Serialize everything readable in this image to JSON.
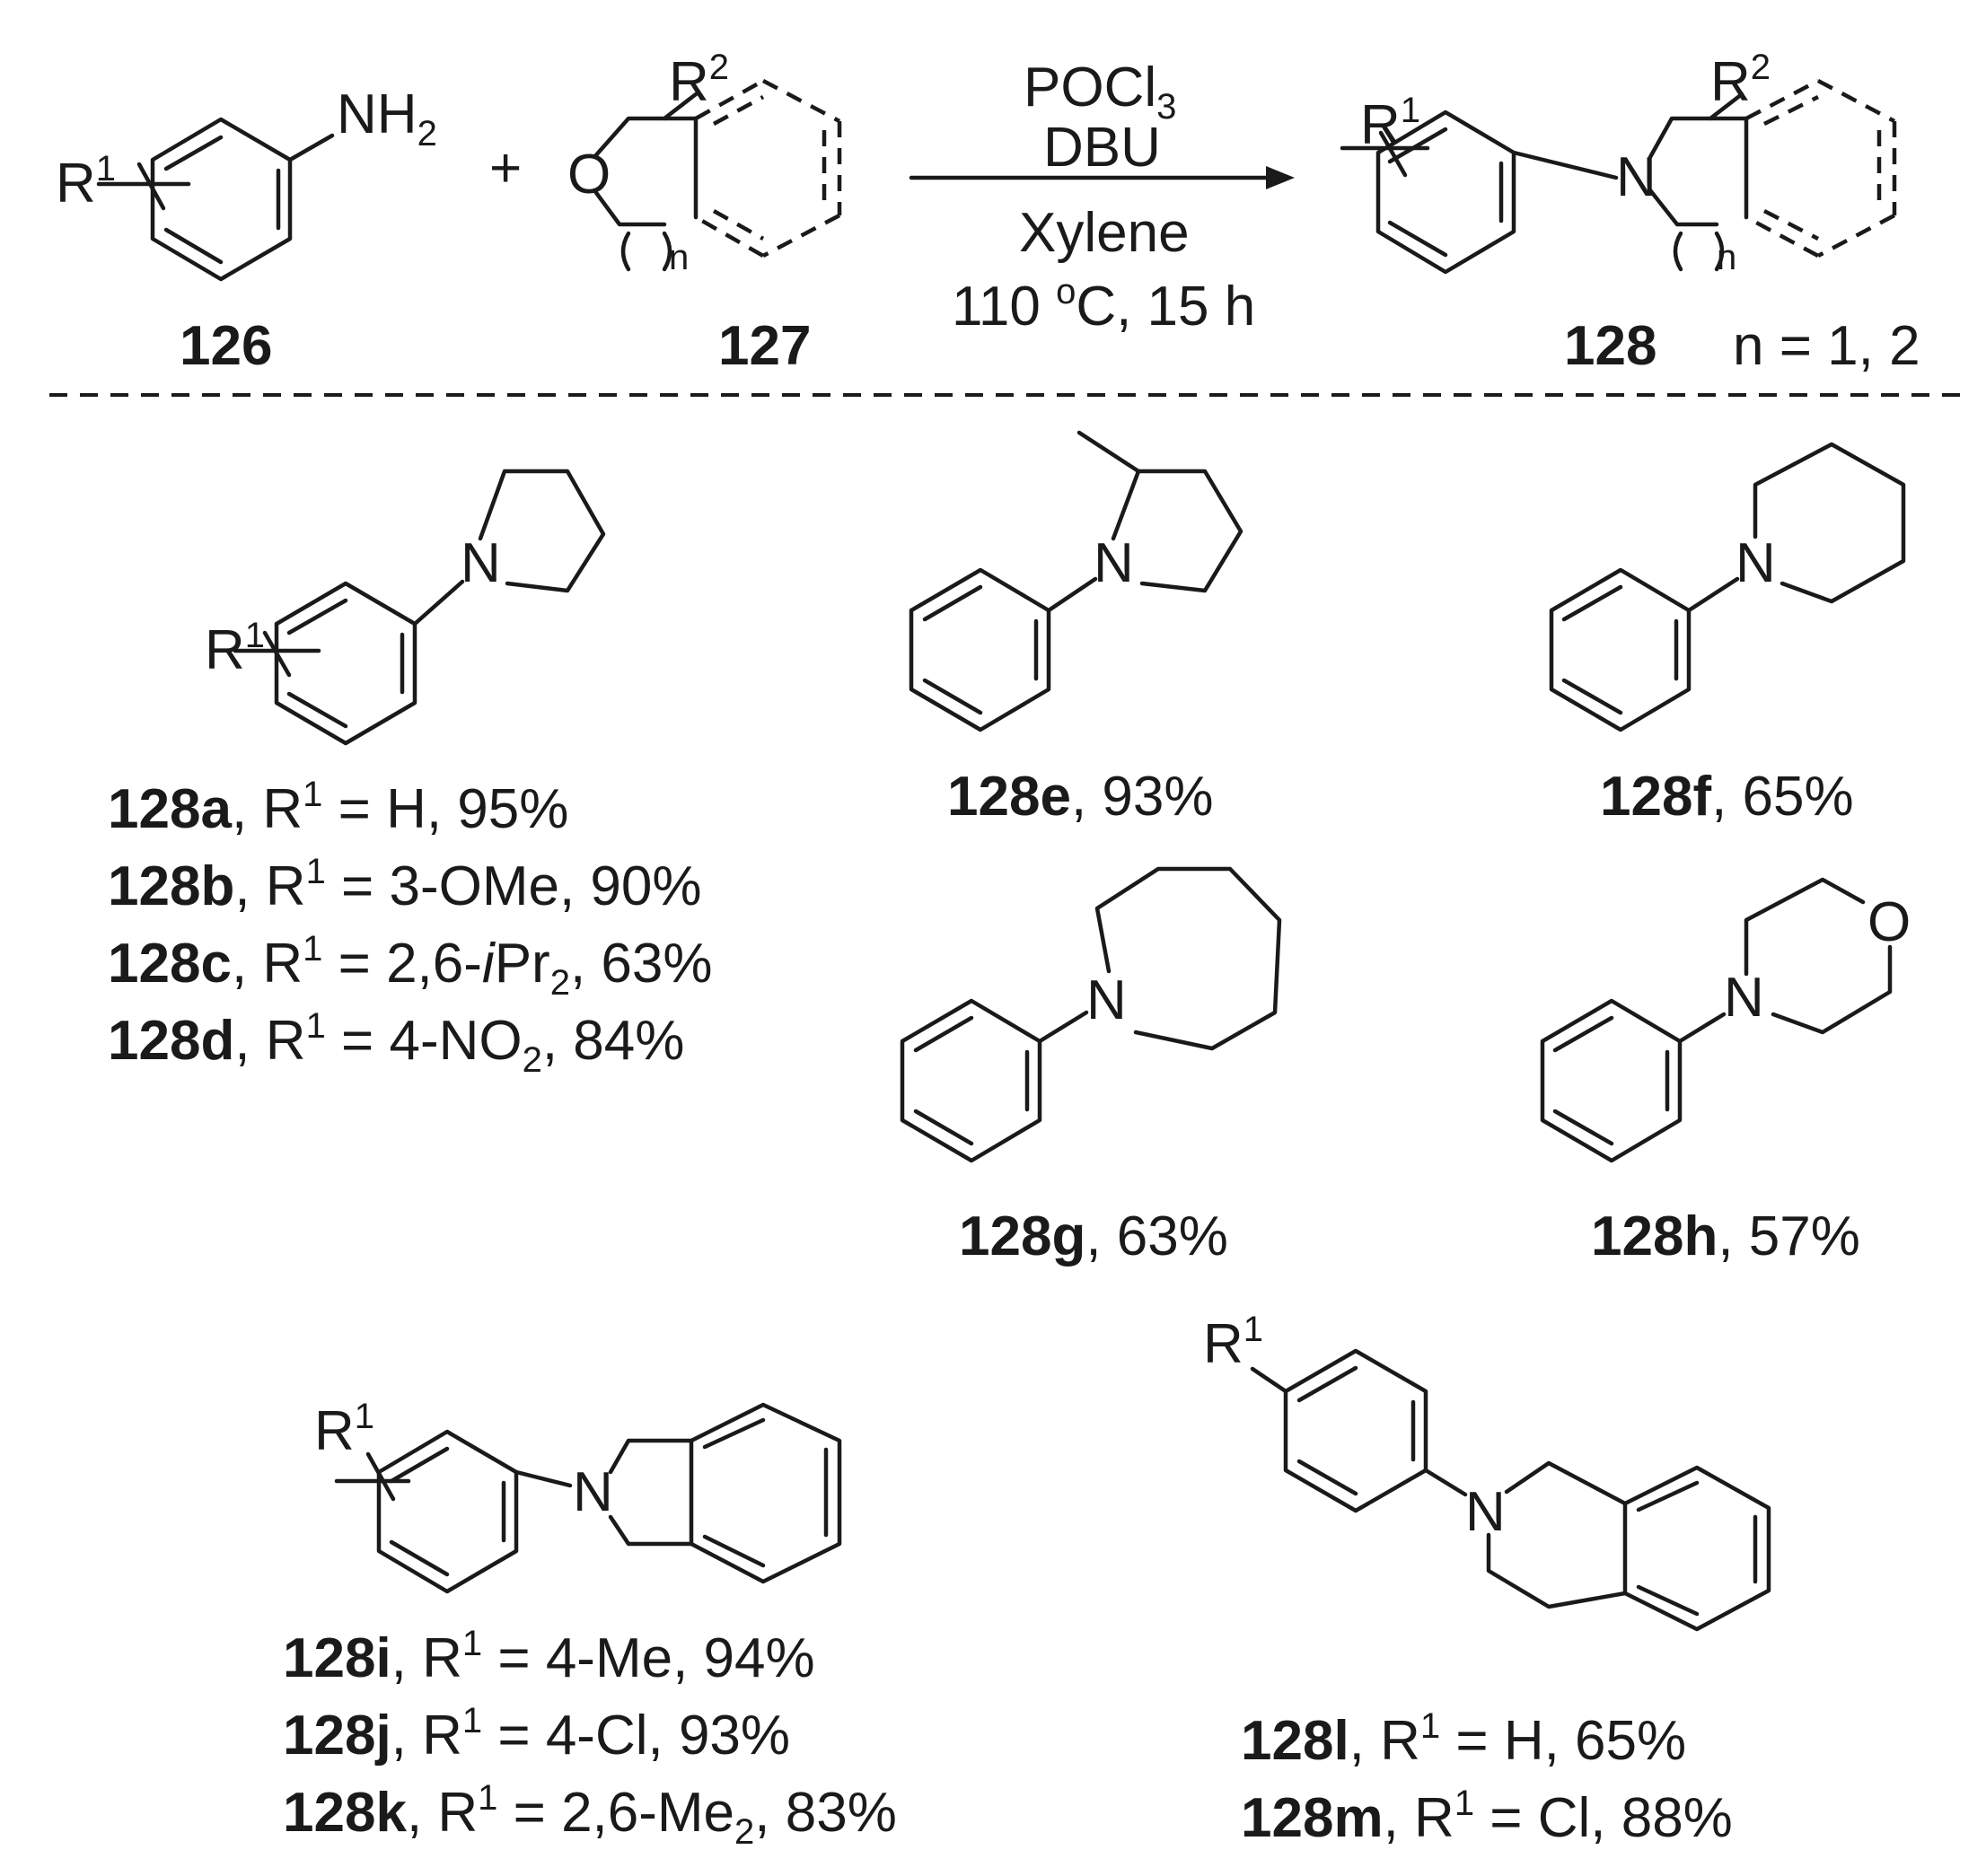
{
  "scheme": {
    "reactant_amine": {
      "compound_number": "126",
      "substituent": "R",
      "substituent_index": "1",
      "group": "NH",
      "group_sub": "2"
    },
    "plus_sign": "+",
    "reactant_ether": {
      "compound_number": "127",
      "heteroatom": "O",
      "substituent": "R",
      "substituent_index": "2",
      "ring_count": "n"
    },
    "conditions": {
      "reagent1": "POCl",
      "reagent1_sub": "3",
      "reagent2": "DBU",
      "solvent": "Xylene",
      "temp_num": "110 ",
      "temp_deg": "o",
      "temp_rest": "C, 15 h"
    },
    "product": {
      "compound_number": "128",
      "heteroatom": "N",
      "substituent1": "R",
      "substituent1_index": "1",
      "substituent2": "R",
      "substituent2_index": "2",
      "ring_count": "n",
      "n_values": "n = 1, 2"
    }
  },
  "examples": {
    "pyrrolidine": {
      "heteroatom": "N",
      "substituent": "R",
      "substituent_index": "1",
      "entries": [
        {
          "id": "128a",
          "r1_prefix": "R",
          "r1_sup": "1",
          "value": " = H, 95%"
        },
        {
          "id": "128b",
          "r1_prefix": "R",
          "r1_sup": "1",
          "value": " = 3-OMe, 90%"
        },
        {
          "id": "128c",
          "r1_prefix": "R",
          "r1_sup": "1",
          "value_pre": " = 2,6-",
          "value_italic": "i",
          "value_mid": "Pr",
          "value_sub": "2",
          "value_post": ", 63%"
        },
        {
          "id": "128d",
          "r1_prefix": "R",
          "r1_sup": "1",
          "value_pre": " = 4-NO",
          "value_sub": "2",
          "value_post": ", 84%"
        }
      ]
    },
    "methylpyrrolidine": {
      "heteroatom": "N",
      "id": "128e",
      "yield": ", 93%"
    },
    "piperidine": {
      "heteroatom": "N",
      "id": "128f",
      "yield": ", 65%"
    },
    "azepane": {
      "heteroatom": "N",
      "id": "128g",
      "yield": ", 63%"
    },
    "morpholine": {
      "heteroatom_n": "N",
      "heteroatom_o": "O",
      "id": "128h",
      "yield": ", 57%"
    },
    "isoindoline": {
      "heteroatom": "N",
      "substituent": "R",
      "substituent_index": "1",
      "entries": [
        {
          "id": "128i",
          "r1_prefix": "R",
          "r1_sup": "1",
          "value": " = 4-Me, 94%"
        },
        {
          "id": "128j",
          "r1_prefix": "R",
          "r1_sup": "1",
          "value": " = 4-Cl, 93%"
        },
        {
          "id": "128k",
          "r1_prefix": "R",
          "r1_sup": "1",
          "value_pre": " = 2,6-Me",
          "value_sub": "2",
          "value_post": ", 83%"
        }
      ]
    },
    "tetrahydroisoquinoline": {
      "heteroatom": "N",
      "substituent": "R",
      "substituent_index": "1",
      "entries": [
        {
          "id": "128l",
          "r1_prefix": "R",
          "r1_sup": "1",
          "value": " = H, 65%"
        },
        {
          "id": "128m",
          "r1_prefix": "R",
          "r1_sup": "1",
          "value": " = Cl, 88%"
        }
      ]
    }
  }
}
